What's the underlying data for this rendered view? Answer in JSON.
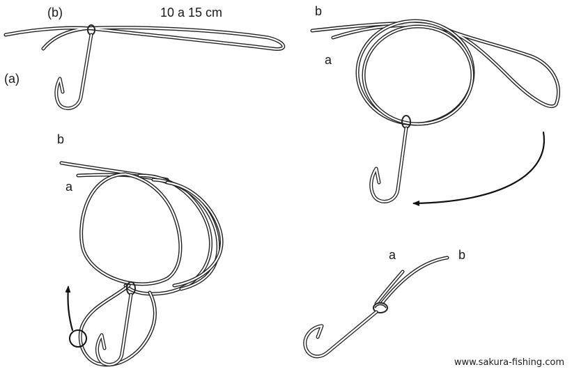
{
  "diagram": {
    "steps": [
      {
        "id": "step-1",
        "labels": {
          "end_b": "(b)",
          "loop_length": "10 a 15 cm",
          "end_a": "(a)"
        }
      },
      {
        "id": "step-2",
        "labels": {
          "end_b": "b",
          "end_a": "a"
        }
      },
      {
        "id": "step-3",
        "labels": {
          "end_b": "b",
          "end_a": "a"
        }
      },
      {
        "id": "step-4",
        "labels": {
          "end_a": "a",
          "end_b": "b"
        }
      }
    ],
    "credit": "www.sakura-fishing.com"
  },
  "colors": {
    "line": "#222222",
    "background": "#ffffff"
  }
}
